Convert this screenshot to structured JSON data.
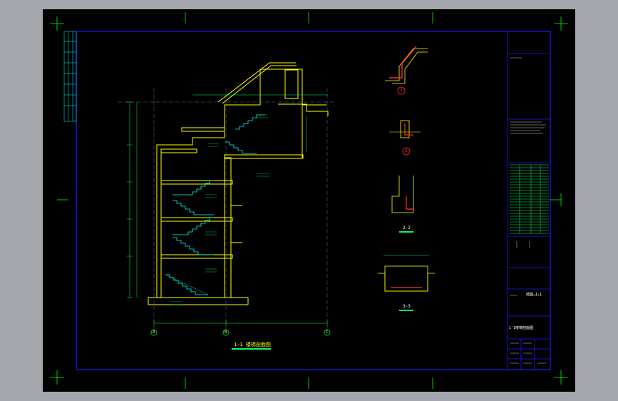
{
  "sheet": {
    "background": "#000000",
    "frame_color": "#0000ff",
    "crosshair_color": "#00ff00"
  },
  "section_1_1": {
    "title": "1-1 楼梯剖面图",
    "grid_axes": [
      "A",
      "B",
      "C"
    ],
    "line_color": "#ffff00",
    "stair_color": "#00ffff",
    "dimension_color": "#00ff66",
    "note_color": "#00ff66"
  },
  "details": {
    "detail_1_marker": "1",
    "detail_2_marker": "2",
    "section_2_2_title": "2-2",
    "section_3_3_title": "3-3"
  },
  "title_block": {
    "drawing_name": "1-1楼梯剖面图",
    "drawing_no": "结施-1-1",
    "accent_color": "#00ff66"
  }
}
